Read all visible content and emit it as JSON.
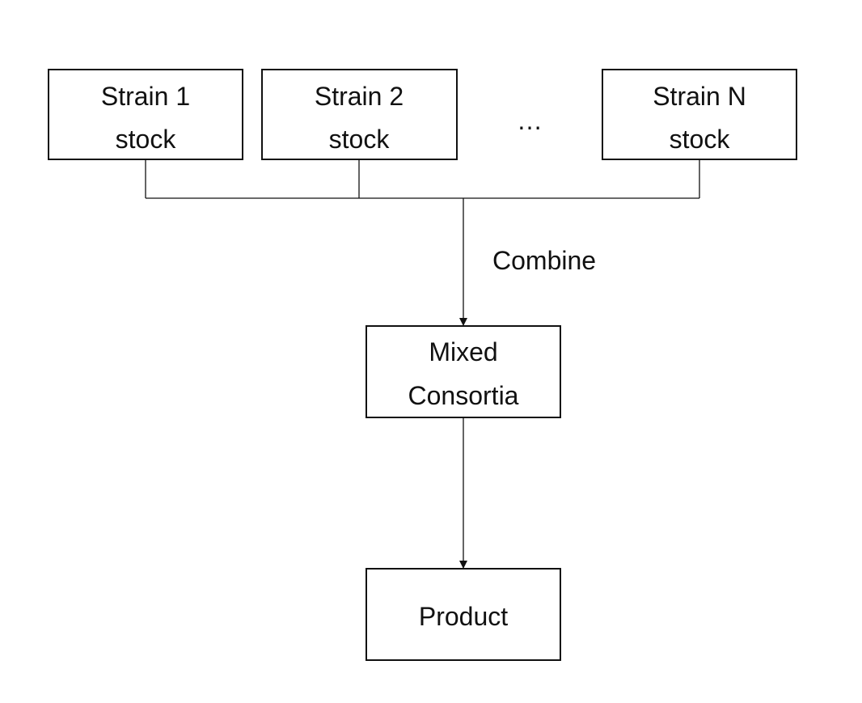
{
  "nodes": {
    "strain1": {
      "line1": "Strain 1",
      "line2": "stock"
    },
    "strain2": {
      "line1": "Strain 2",
      "line2": "stock"
    },
    "ellipsis": "…",
    "strainN": {
      "line1": "Strain N",
      "line2": "stock"
    },
    "mixed": {
      "line1": "Mixed",
      "line2": "Consortia"
    },
    "product": "Product"
  },
  "edges": {
    "combine_label": "Combine"
  }
}
